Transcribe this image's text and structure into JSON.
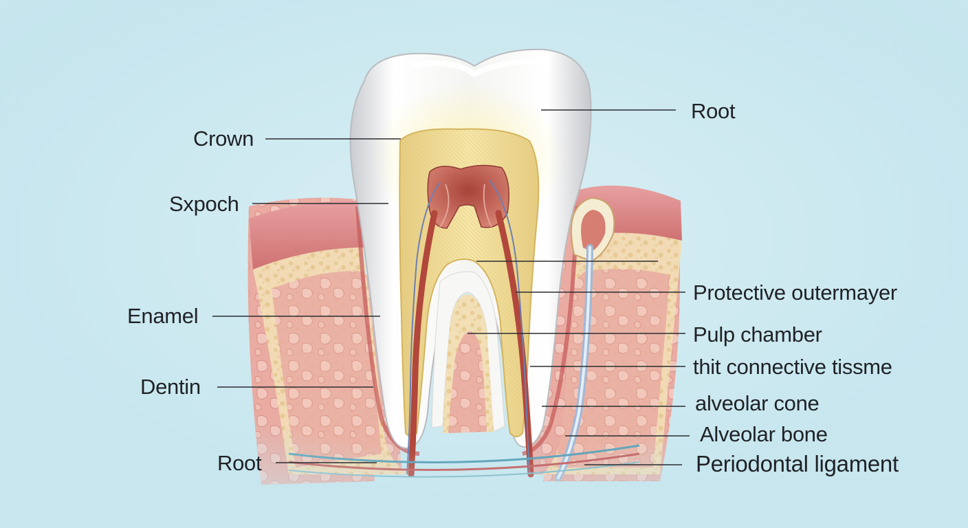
{
  "diagram": {
    "labels_left": [
      "Crown",
      "Sxpoch",
      "Enamel",
      "Dentin",
      "Root"
    ],
    "labels_right": [
      "Root",
      "Protective outermayer",
      "Pulp chamber",
      "thit connective tissme",
      "alveolar cone",
      "Alveolar bone",
      "Periodontal ligament"
    ]
  }
}
